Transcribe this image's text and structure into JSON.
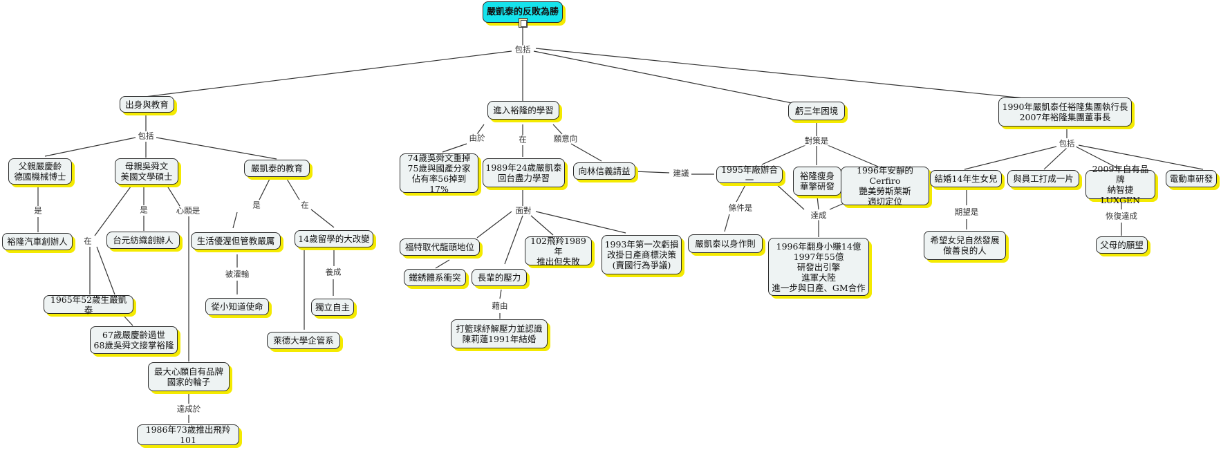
{
  "root": {
    "title": "嚴凱泰的反敗為勝",
    "icon": "document-icon"
  },
  "labels": {
    "root_includes": "包括",
    "birth_includes": "包括",
    "father_is": "是",
    "mother_is": "是",
    "mother_at": "在",
    "mother_wish": "心願是",
    "edu_is": "是",
    "edu_at": "在",
    "instilled": "被灌輸",
    "cultivated": "養成",
    "achieved_at": "達成於",
    "yulon_due_to": "由於",
    "yulon_at": "在",
    "yulon_willing": "願意向",
    "faced": "面對",
    "via": "藉由",
    "suggest": "建議",
    "strategy_is": "對策是",
    "condition_is": "條件是",
    "achieved": "達成",
    "ceo_includes": "包括",
    "expect_is": "期望是",
    "restore": "恢復達成"
  },
  "nodes": {
    "birth": "出身與教育",
    "father": "父親嚴慶齡\n德國機械博士",
    "mother": "母親吳舜文\n美國文學碩士",
    "yan_edu": "嚴凱泰的教育",
    "yulon_founder": "裕隆汽車創辦人",
    "taiyuan": "台元紡織創辦人",
    "strict": "生活優渥但管教嚴厲",
    "abroad": "14歲留學的大改變",
    "mission": "從小知道使命",
    "independent": "獨立自主",
    "born1965": "1965年52歲生嚴凱泰",
    "passed": "67歲嚴慶齡過世\n68歲吳舜文接掌裕隆",
    "lehigh": "萊德大學企管系",
    "wish": "最大心願自有品牌\n國家的輪子",
    "feiyu": "1986年73歲推出飛羚101",
    "yulon_study": "進入裕隆的學習",
    "share": "74歲吳舜文重掉\n75歲與國產分家\n佔有率56掉到17%",
    "age24": "1989年24歲嚴凱泰\n回台盡力學習",
    "lin": "向林信義請益",
    "ford": "福特取代龍頭地位",
    "hierarchy": "鐵銹體系衝突",
    "elders": "長輩的壓力",
    "f102": "102飛羚1989年\n推出但失敗",
    "nissan": "1993年第一次虧損\n改掛日產商標決策\n(賣國行為爭議)",
    "golf": "打籃球紓解壓力並認識\n陳莉蓮1991年結婚",
    "loss3": "虧三年困境",
    "merge": "1995年廠辦合一",
    "slim": "裕隆瘦身\n華擎研發",
    "cefiro": "1996年安靜的Cerfiro\n艷美勞斯萊斯\n適切定位",
    "example": "嚴凱泰以身作則",
    "profit": "1996年翻身小賺14億\n1997年55億\n研發出引擎\n進軍大陸\n進一步與日產、GM合作",
    "ceo": "1990年嚴凱泰任裕隆集團執行長\n2007年裕隆集團董事長",
    "daughter": "結婚14年生女兒",
    "staff": "與員工打成一片",
    "luxgen": "2009年自有品牌\n納智捷LUXGEN",
    "ev": "電動車研發",
    "hope": "希望女兒自然發展\n做善良的人",
    "parents": "父母的願望"
  }
}
